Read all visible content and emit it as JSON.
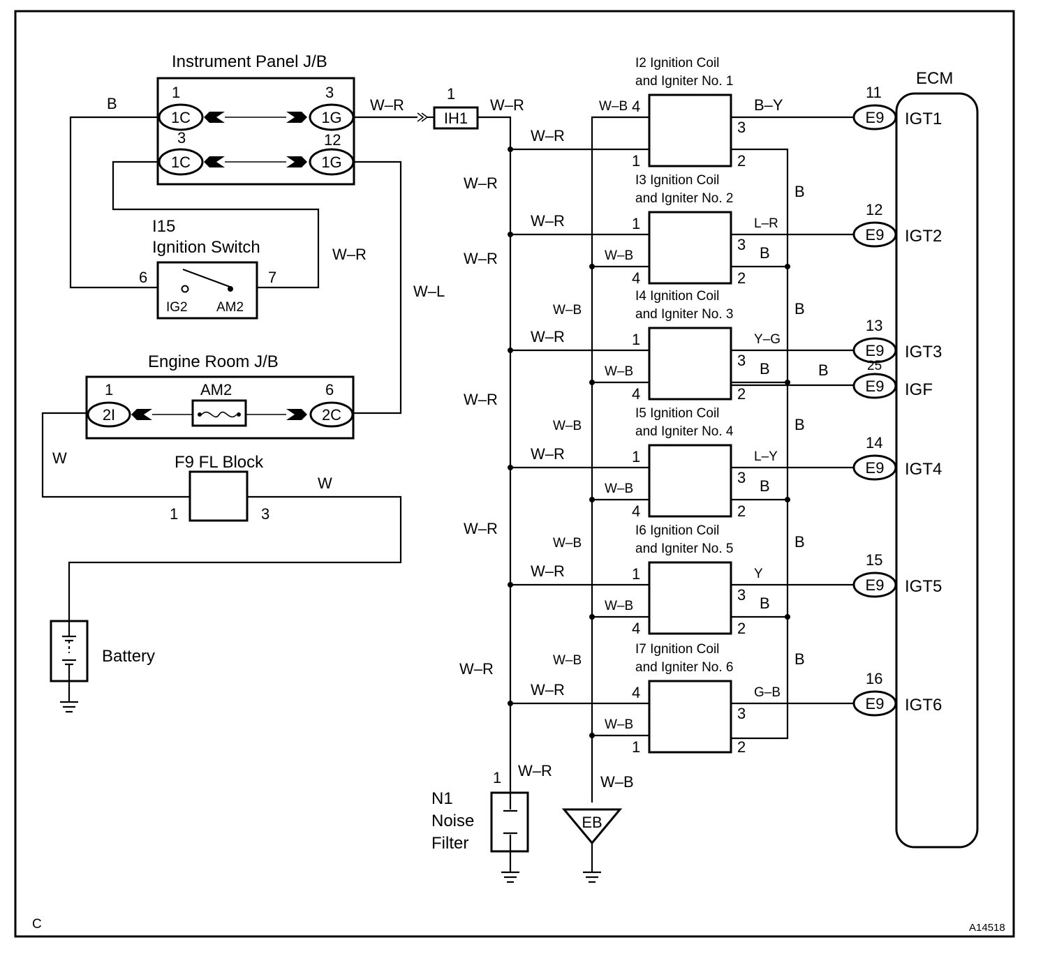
{
  "corner_left": "C",
  "figure_code": "A14518",
  "instrument_panel_jb": {
    "title": "Instrument Panel J/B",
    "row1": {
      "left_pin": "1",
      "left_conn": "1C",
      "right_pin": "3",
      "right_conn": "1G"
    },
    "row2": {
      "left_pin": "3",
      "left_conn": "1C",
      "right_pin": "12",
      "right_conn": "1G"
    }
  },
  "ignition_switch": {
    "code": "I15",
    "name": "Ignition Switch",
    "pin_left": "6",
    "pin_right": "7",
    "terminal_left": "IG2",
    "terminal_right": "AM2"
  },
  "engine_room_jb": {
    "title": "Engine Room J/B",
    "fuse": "AM2",
    "left_pin": "1",
    "left_conn": "2I",
    "right_pin": "6",
    "right_conn": "2C"
  },
  "fl_block": {
    "title": "F9 FL Block",
    "pin_left": "1",
    "pin_right": "3"
  },
  "battery": {
    "label": "Battery"
  },
  "connector_ih1": {
    "pin": "1",
    "name": "IH1"
  },
  "noise_filter": {
    "pin": "1",
    "line1": "N1",
    "line2": "Noise",
    "line3": "Filter"
  },
  "ground_eb": {
    "label": "EB"
  },
  "ecm": {
    "title": "ECM"
  },
  "wire_labels": {
    "b_top": "B",
    "wr_jb_out": "W–R",
    "wr_ih1_out": "W–R",
    "wr_switch": "W–R",
    "wl_vertical": "W–L",
    "w_left": "W",
    "w_mid": "W",
    "wr_noise": "W–R",
    "wb_ground": "W–B",
    "wb_top": "W–B"
  },
  "bus_labels": [
    "W–R",
    "W–R",
    "W–R",
    "W–R",
    "W–R"
  ],
  "coils": [
    {
      "line1": "I2 Ignition Coil",
      "line2": "and Igniter No. 1",
      "in_label": "W–R",
      "wb_label": "",
      "b_label": "",
      "out_color": "B–Y",
      "pin_top_left": "4",
      "pin_bot_left": "1",
      "pin_top_right": "3",
      "pin_bot_right": "2",
      "ecm_pin": "11",
      "ecm_conn": "E9",
      "ecm_signal": "IGT1",
      "riser_label": "",
      "b_riser": "B"
    },
    {
      "line1": "I3 Ignition Coil",
      "line2": "and Igniter No. 2",
      "in_label": "W–R",
      "wb_label": "W–B",
      "b_label": "B",
      "out_color": "L–R",
      "pin_top_left": "1",
      "pin_bot_left": "4",
      "pin_top_right": "3",
      "pin_bot_right": "2",
      "ecm_pin": "12",
      "ecm_conn": "E9",
      "ecm_signal": "IGT2",
      "riser_label": "W–B",
      "b_riser": "B"
    },
    {
      "line1": "I4 Ignition Coil",
      "line2": "and Igniter No. 3",
      "in_label": "W–R",
      "wb_label": "W–B",
      "b_label": "B",
      "out_color": "Y–G",
      "pin_top_left": "1",
      "pin_bot_left": "4",
      "pin_top_right": "3",
      "pin_bot_right": "2",
      "ecm_pin": "13",
      "ecm_conn": "E9",
      "ecm_signal": "IGT3",
      "riser_label": "W–B",
      "b_riser": "B"
    },
    {
      "line1": "I5 Ignition Coil",
      "line2": "and Igniter No. 4",
      "in_label": "W–R",
      "wb_label": "W–B",
      "b_label": "B",
      "out_color": "L–Y",
      "pin_top_left": "1",
      "pin_bot_left": "4",
      "pin_top_right": "3",
      "pin_bot_right": "2",
      "ecm_pin": "14",
      "ecm_conn": "E9",
      "ecm_signal": "IGT4",
      "riser_label": "W–B",
      "b_riser": "B"
    },
    {
      "line1": "I6 Ignition Coil",
      "line2": "and Igniter No. 5",
      "in_label": "W–R",
      "wb_label": "W–B",
      "b_label": "B",
      "out_color": "Y",
      "pin_top_left": "1",
      "pin_bot_left": "4",
      "pin_top_right": "3",
      "pin_bot_right": "2",
      "ecm_pin": "15",
      "ecm_conn": "E9",
      "ecm_signal": "IGT5",
      "riser_label": "W–B",
      "b_riser": "B"
    },
    {
      "line1": "I7 Ignition Coil",
      "line2": "and Igniter No. 6",
      "in_label": "W–R",
      "wb_label": "W–B",
      "b_label": "",
      "out_color": "G–B",
      "pin_top_left": "4",
      "pin_bot_left": "1",
      "pin_top_right": "3",
      "pin_bot_right": "2",
      "ecm_pin": "16",
      "ecm_conn": "E9",
      "ecm_signal": "IGT6",
      "riser_label": "",
      "b_riser": ""
    }
  ],
  "igf": {
    "pin": "25",
    "conn": "E9",
    "signal": "IGF",
    "wire": "B"
  }
}
